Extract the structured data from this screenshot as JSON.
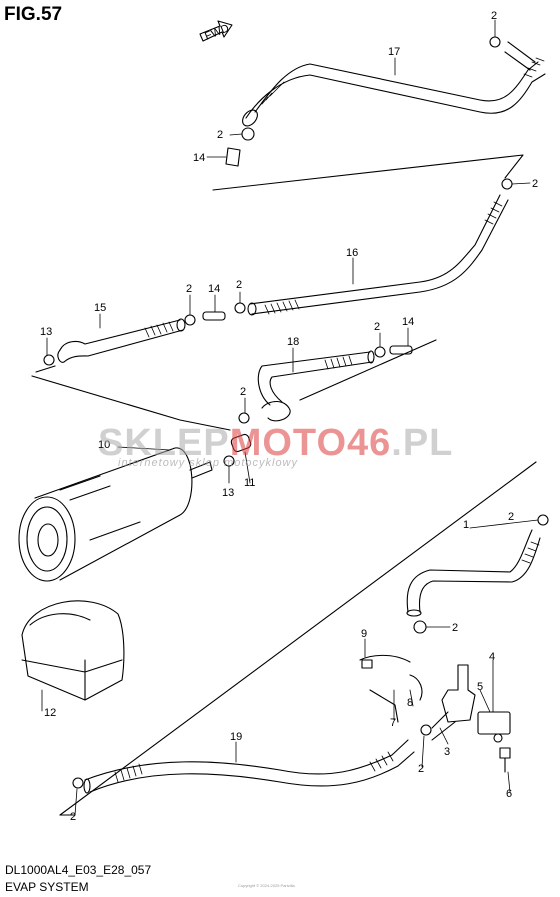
{
  "figure": {
    "title": "FIG.57",
    "caption_code": "DL1000AL4_E03_E28_057",
    "caption_name": "EVAP SYSTEM",
    "copyright": "Copyright © 2024-2025 Partzilla"
  },
  "watermark": {
    "text_a": "SKLEP",
    "text_b": "MOTO",
    "text_c": "46",
    "text_d": ".PL",
    "subtext": "internetowy sklep motocyklowy"
  },
  "fwd_label": "FWD",
  "callouts": [
    "1",
    "2",
    "3",
    "4",
    "5",
    "6",
    "7",
    "8",
    "9",
    "10",
    "11",
    "12",
    "13",
    "14",
    "15",
    "16",
    "17",
    "18",
    "19"
  ],
  "colors": {
    "line": "#000000",
    "watermark_red": "#dc3c3c",
    "watermark_grey": "#aaaaaa"
  }
}
